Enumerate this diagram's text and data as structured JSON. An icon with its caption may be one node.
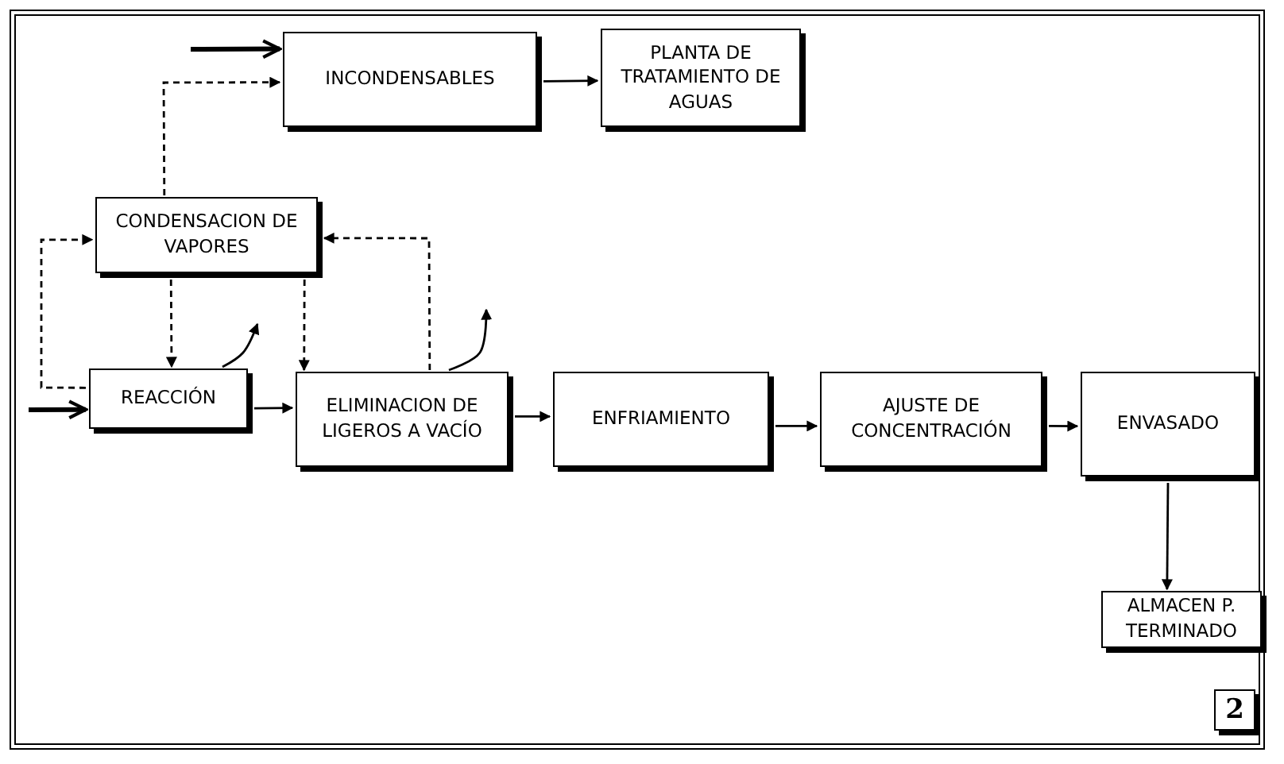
{
  "diagram": {
    "nodes": [
      {
        "text": [
          "INCONDENSABLES"
        ]
      },
      {
        "text": [
          "PLANTA DE TRATAMIENTO DE AGUAS"
        ]
      },
      {
        "text": [
          "CONDENSACION DE VAPORES"
        ]
      },
      {
        "text": [
          "REACCIÓN"
        ]
      },
      {
        "text": [
          "ELIMINACION DE LIGEROS A VACÍO"
        ]
      },
      {
        "text": [
          "ENFRIAMIENTO"
        ]
      },
      {
        "text": [
          "AJUSTE DE CONCENTRACIÓN"
        ]
      },
      {
        "text": [
          "ENVASADO"
        ]
      },
      {
        "text": [
          "ALMACEN P. TERMINADO"
        ]
      },
      {
        "text": [
          "2"
        ]
      }
    ],
    "edges": [
      {
        "from": null,
        "to": 0,
        "arrow": "to",
        "style": "thick"
      },
      {
        "from": 0,
        "to": 1,
        "arrow": "to"
      },
      {
        "from": 2,
        "to": 0,
        "arrow": "to",
        "style": "dashed"
      },
      {
        "from": 2,
        "to": 3,
        "arrow": "to",
        "style": "dashed"
      },
      {
        "from": 2,
        "to": 4,
        "arrow": "to",
        "style": "dashed"
      },
      {
        "from": 4,
        "to": 2,
        "arrow": "to",
        "style": "dashed"
      },
      {
        "from": 3,
        "to": 2,
        "arrow": "to",
        "style": "dashed"
      },
      {
        "from": null,
        "to": 3,
        "arrow": "to",
        "style": "thick"
      },
      {
        "from": 3,
        "to": null,
        "arrow": "to"
      },
      {
        "from": 4,
        "to": null,
        "arrow": "to"
      },
      {
        "from": 3,
        "to": 4,
        "arrow": "to"
      },
      {
        "from": 4,
        "to": 5,
        "arrow": "to"
      },
      {
        "from": 5,
        "to": 6,
        "arrow": "to"
      },
      {
        "from": 6,
        "to": 7,
        "arrow": "to"
      },
      {
        "from": 7,
        "to": 8,
        "arrow": "to"
      }
    ]
  }
}
